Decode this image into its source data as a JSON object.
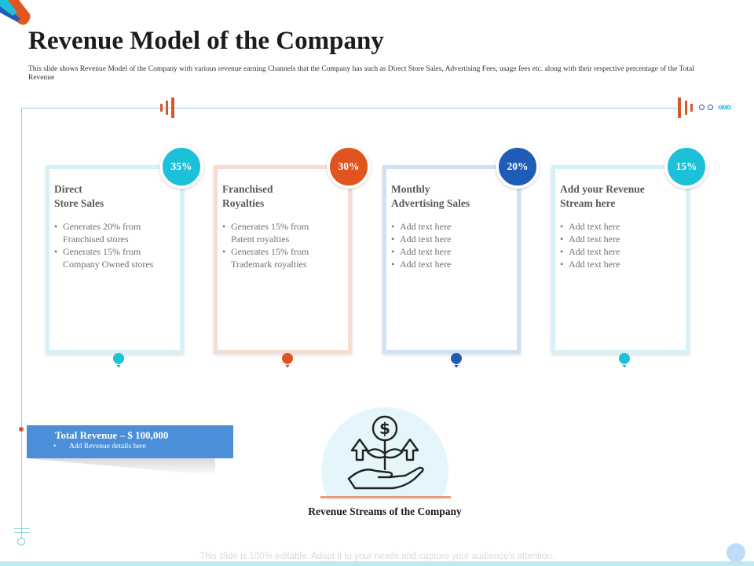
{
  "slide": {
    "title": "Revenue Model of  the Company",
    "subtitle": "This slide shows Revenue Model of the Company with various revenue earning Channels that the Company has such as Direct Store Sales, Advertising Fees, usage fees etc. along with their respective percentage of the Total Revenue"
  },
  "cards": [
    {
      "title_line1": "Direct",
      "title_line2": "Store Sales",
      "percent": "35%",
      "bullets": [
        "Generates 20% from",
        "Franchised stores",
        "Generates 15% from",
        "Company Owned stores"
      ],
      "bullet_marks": [
        true,
        false,
        true,
        false
      ],
      "colors": {
        "border": "#d5f2f8",
        "badge": "#1cc0d8",
        "pin": "#18c4d6"
      }
    },
    {
      "title_line1": "Franchised",
      "title_line2": "Royalties",
      "percent": "30%",
      "bullets": [
        "Generates 15% from",
        "Patent royalties",
        "Generates 15% from",
        "Trademark royalties"
      ],
      "bullet_marks": [
        true,
        false,
        true,
        false
      ],
      "colors": {
        "border": "#f6ddd2",
        "badge": "#e1541f",
        "pin": "#e1541f"
      }
    },
    {
      "title_line1": "Monthly",
      "title_line2": "Advertising  Sales",
      "percent": "20%",
      "bullets": [
        "Add text here",
        "Add text here",
        "Add text here",
        "Add text here"
      ],
      "bullet_marks": [
        true,
        true,
        true,
        true
      ],
      "colors": {
        "border": "#cfe1f4",
        "badge": "#1f5cb8",
        "pin": "#1f5cb8"
      }
    },
    {
      "title_line1": "Add your Revenue",
      "title_line2": "Stream here",
      "percent": "15%",
      "bullets": [
        "Add text here",
        "Add text here",
        "Add text here",
        "Add text here"
      ],
      "bullet_marks": [
        true,
        true,
        true,
        true
      ],
      "colors": {
        "border": "#d5f2f8",
        "badge": "#1cc0d8",
        "pin": "#18c4d6"
      }
    }
  ],
  "total": {
    "title": "Total Revenue – $ 100,000",
    "bullet": "•",
    "detail": "Add Revenue details here"
  },
  "center": {
    "label": "Revenue Streams of the Company",
    "icon": "money-plant-hand-icon"
  },
  "footer": "This slide is 100% editable. Adapt it to your needs and capture your audience's attention.",
  "decor": {
    "chevrons": "«««",
    "bullet_glyph": "•"
  },
  "colors": {
    "line": "#8fd3e0",
    "accent_orange": "#d9552a",
    "accent_blue": "#1f5cb8",
    "total_box": "#4a8fd8"
  }
}
